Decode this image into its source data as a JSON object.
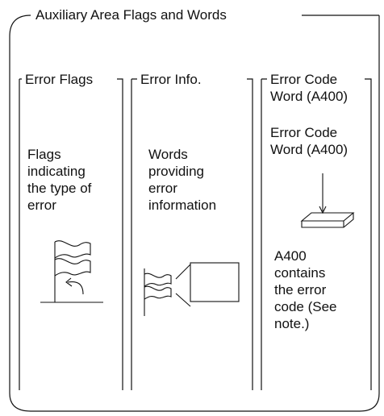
{
  "title": "Auxiliary Area Flags and Words",
  "panels": [
    {
      "header": "Error Flags",
      "description": "Flags\nindicating\nthe type of\nerror",
      "icon": "flag-with-arrow-icon"
    },
    {
      "header": "Error Info.",
      "description": "Words\nproviding\nerror\ninformation",
      "icon": "flag-to-box-icon"
    },
    {
      "header": "Error Code\nWord (A400)",
      "subheader": "Error Code\nWord (A400)",
      "description": "A400\ncontains\nthe error\ncode (See\nnote.)",
      "icon": "tray-with-arrow-icon"
    }
  ],
  "colors": {
    "line": "#111111",
    "background": "#ffffff"
  }
}
